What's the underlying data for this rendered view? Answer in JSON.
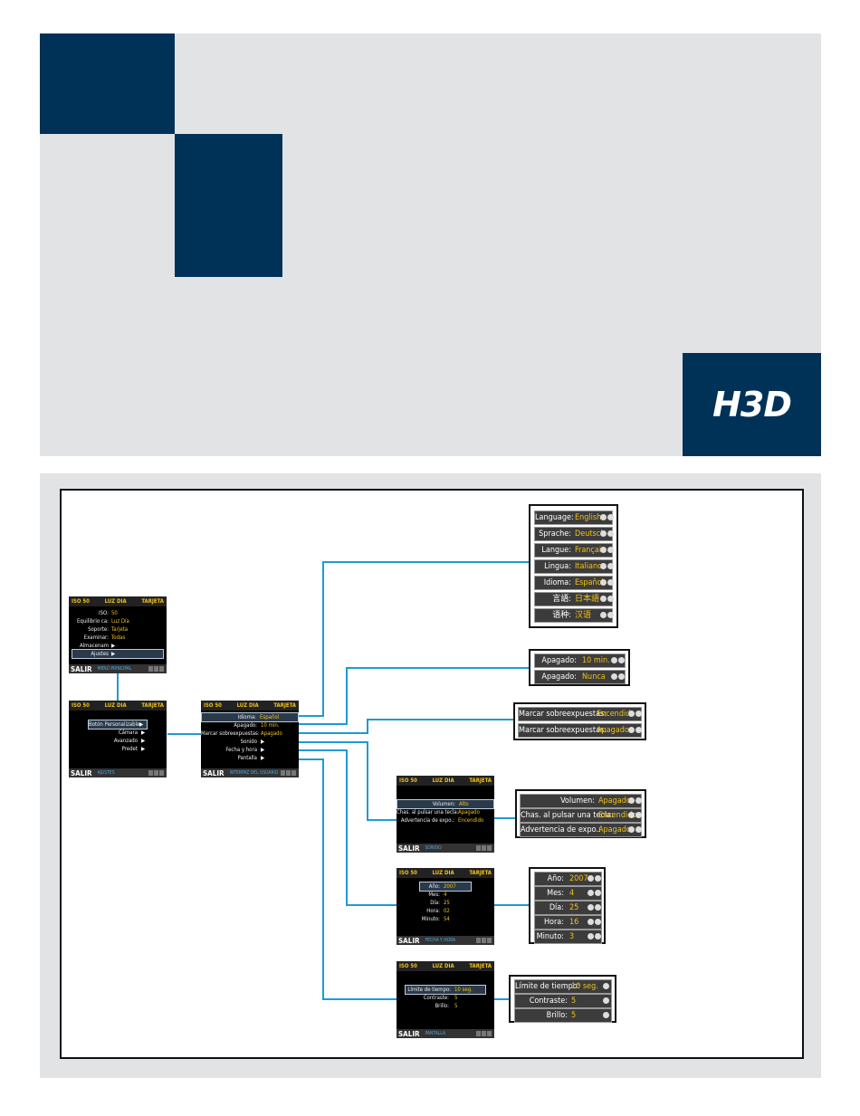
{
  "logo": "H3D",
  "screens": {
    "main_menu": {
      "header": [
        "ISO 50",
        "LUZ DIA",
        "TARJETA"
      ],
      "rows": [
        {
          "k": "ISO:",
          "v": "50"
        },
        {
          "k": "Equilibrio ca:",
          "v": "Luz Día"
        },
        {
          "k": "Soporte:",
          "v": "Tarjeta"
        },
        {
          "k": "Examinar:",
          "v": "Todas"
        },
        {
          "k": "Almacenam",
          "v": "▶"
        },
        {
          "k": "Ajustes",
          "v": "▶"
        }
      ],
      "footer_label": "SALIR",
      "footer_name": "MENÚ PRINCIPAL"
    },
    "ajustes": {
      "header": [
        "ISO 50",
        "LUZ DIA",
        "TARJETA"
      ],
      "rows": [
        {
          "k": "Botón Personalizable",
          "v": "▶"
        },
        {
          "k": "Cámara",
          "v": "▶"
        },
        {
          "k": "Avanzado",
          "v": "▶"
        },
        {
          "k": "Predet",
          "v": "▶"
        }
      ],
      "footer_label": "SALIR",
      "footer_name": "AJUSTES"
    },
    "interface": {
      "header": [
        "ISO 50",
        "LUZ DIA",
        "TARJETA"
      ],
      "rows": [
        {
          "k": "Idioma:",
          "v": "Español"
        },
        {
          "k": "Apagado:",
          "v": "10 min."
        },
        {
          "k": "Marcar sobreexpuestas:",
          "v": "Apagado"
        },
        {
          "k": "Sonido",
          "v": "▶"
        },
        {
          "k": "Fecha y hora",
          "v": "▶"
        },
        {
          "k": "Pantalla",
          "v": "▶"
        }
      ],
      "footer_label": "SALIR",
      "footer_name": "INTERFAZ DEL USUARIO"
    },
    "sonido": {
      "header": [
        "ISO 50",
        "LUZ DIA",
        "TARJETA"
      ],
      "rows": [
        {
          "k": "Volumen:",
          "v": "Alto"
        },
        {
          "k": "Chas. al pulsar una tecla:",
          "v": "Apagado"
        },
        {
          "k": "Advertencia de expo.:",
          "v": "Encendido"
        }
      ],
      "footer_label": "SALIR",
      "footer_name": "SONIDO"
    },
    "fecha": {
      "header": [
        "ISO 50",
        "LUZ DIA",
        "TARJETA"
      ],
      "rows": [
        {
          "k": "Año:",
          "v": "2007"
        },
        {
          "k": "Mes:",
          "v": "4"
        },
        {
          "k": "Día:",
          "v": "25"
        },
        {
          "k": "Hora:",
          "v": "02"
        },
        {
          "k": "Minuto:",
          "v": "54"
        }
      ],
      "footer_label": "SALIR",
      "footer_name": "FECHA Y HORA"
    },
    "pantalla": {
      "header": [
        "ISO 50",
        "LUZ DIA",
        "TARJETA"
      ],
      "rows": [
        {
          "k": "Límite de tiempo:",
          "v": "10 seg."
        },
        {
          "k": "Contraste:",
          "v": "5"
        },
        {
          "k": "Brillo:",
          "v": "5"
        }
      ],
      "footer_label": "SALIR",
      "footer_name": "PANTALLA"
    }
  },
  "options": {
    "language": [
      {
        "k": "Language:",
        "v": "English"
      },
      {
        "k": "Sprache:",
        "v": "Deutsch"
      },
      {
        "k": "Langue:",
        "v": "Français"
      },
      {
        "k": "Lingua:",
        "v": "Italiano"
      },
      {
        "k": "Idioma:",
        "v": "Español"
      },
      {
        "k": "言語:",
        "v": "日本語"
      },
      {
        "k": "语种:",
        "v": "汉语"
      }
    ],
    "apagado": [
      {
        "k": "Apagado:",
        "v": "10 min."
      },
      {
        "k": "Apagado:",
        "v": "Nunca"
      }
    ],
    "marcar": [
      {
        "k": "Marcar sobreexpuestas:",
        "v": "Encendido"
      },
      {
        "k": "Marcar sobreexpuestas:",
        "v": "Apagado"
      }
    ],
    "sonido": [
      {
        "k": "Volumen:",
        "v": "Apagado"
      },
      {
        "k": "Chas. al pulsar una tecla:",
        "v": "Encendido"
      },
      {
        "k": "Advertencia de expo.:",
        "v": "Apagado"
      }
    ],
    "fecha": [
      {
        "k": "Año:",
        "v": "2007"
      },
      {
        "k": "Mes:",
        "v": "4"
      },
      {
        "k": "Día:",
        "v": "25"
      },
      {
        "k": "Hora:",
        "v": "16"
      },
      {
        "k": "Minuto:",
        "v": "3"
      }
    ],
    "pantalla": [
      {
        "k": "Límite de tiempo:",
        "v": "10 seg."
      },
      {
        "k": "Contraste:",
        "v": "5"
      },
      {
        "k": "Brillo:",
        "v": "5"
      }
    ]
  },
  "colors": {
    "navy": "#003257",
    "connector": "#1e9ad6",
    "highlight": "#f2c21b"
  }
}
